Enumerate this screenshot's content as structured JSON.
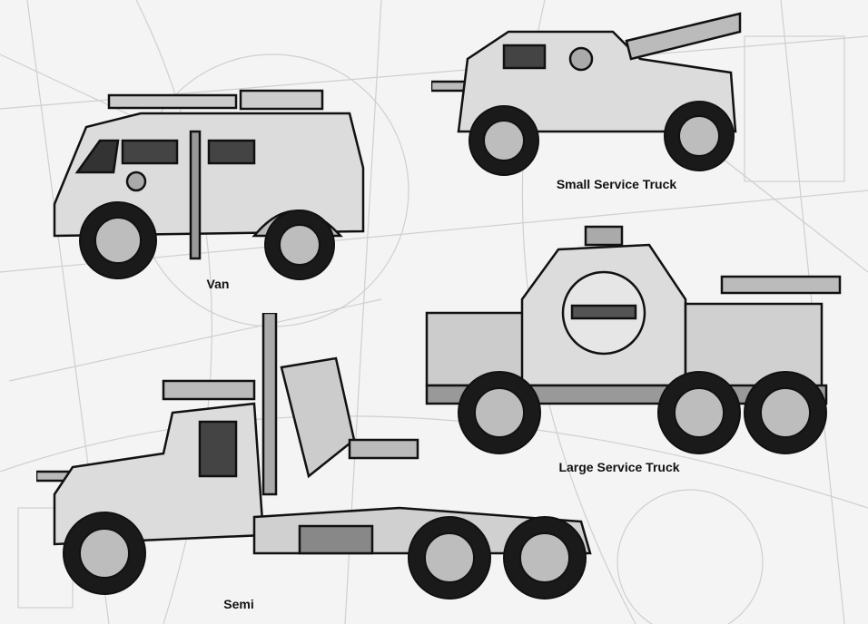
{
  "vehicles": [
    {
      "id": "van",
      "label": "Van"
    },
    {
      "id": "small-service-truck",
      "label": "Small Service Truck"
    },
    {
      "id": "large-service-truck",
      "label": "Large Service Truck"
    },
    {
      "id": "semi",
      "label": "Semi"
    }
  ],
  "colors": {
    "background": "#f4f4f4",
    "sketch": "#c8c8c8",
    "ink": "#111111",
    "body": "#d8d8d8",
    "tire": "#1a1a1a",
    "hub": "#bdbdbd"
  }
}
